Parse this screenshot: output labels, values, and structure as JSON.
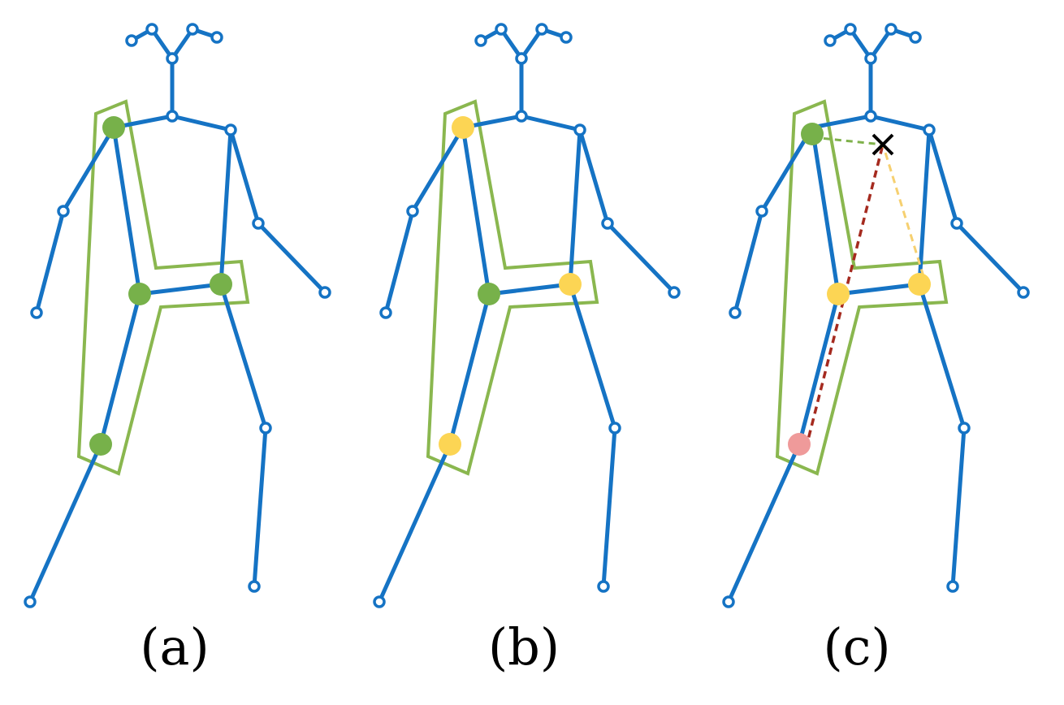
{
  "captions": [
    "(a)",
    "(b)",
    "(c)"
  ],
  "colors": {
    "skeleton": "#1573c4",
    "group_box": "#8ab74f",
    "joint_green": "#77b14a",
    "joint_yellow": "#fcd554",
    "joint_red": "#ef9a9a",
    "line_green": "#7fb14b",
    "line_red": "#a52a1f",
    "line_yellow": "#f6d070",
    "marker": "#000000"
  },
  "panels": [
    {
      "id": "a",
      "joint_colors": [
        "joint_green",
        "joint_green",
        "joint_green",
        "joint_green"
      ],
      "distance_lines": false
    },
    {
      "id": "b",
      "joint_colors": [
        "joint_yellow",
        "joint_green",
        "joint_yellow",
        "joint_yellow"
      ],
      "distance_lines": false
    },
    {
      "id": "c",
      "joint_colors": [
        "joint_green",
        "joint_yellow",
        "joint_yellow",
        "joint_red"
      ],
      "distance_lines": true
    }
  ]
}
